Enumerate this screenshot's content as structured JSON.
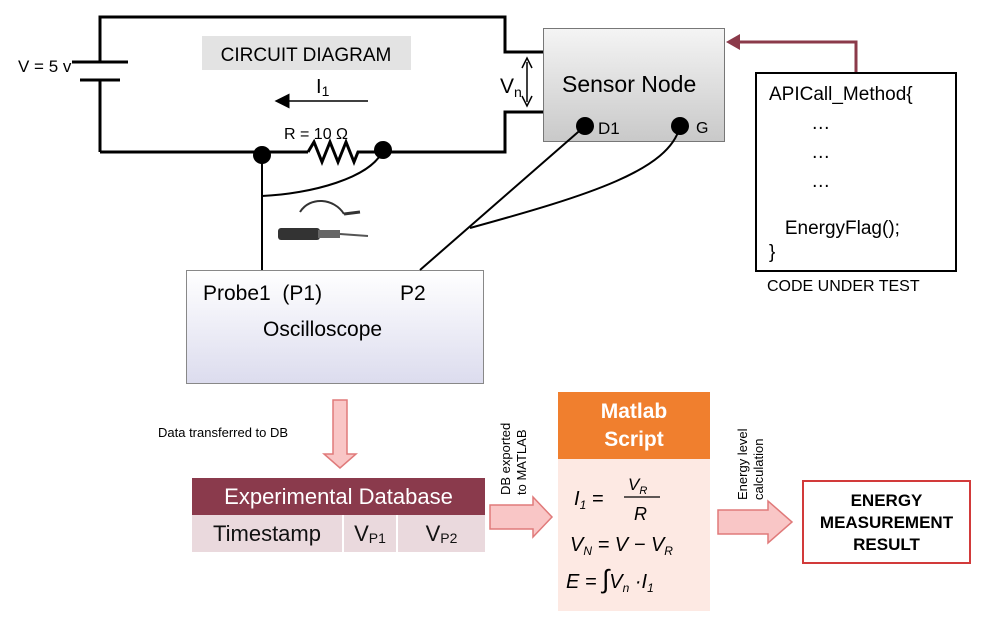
{
  "circuit": {
    "title": "CIRCUIT DIAGRAM",
    "voltage_label": "V = 5 v",
    "current_label": "I",
    "current_sub": "1",
    "resistor_label": "R = 10 Ω",
    "vn_label": "V",
    "vn_sub": "n"
  },
  "sensor_node": {
    "title": "Sensor Node",
    "pin_d1": "D1",
    "pin_g": "G"
  },
  "code": {
    "lines": [
      "APICall_Method{",
      "        …",
      "        …",
      "        …",
      "",
      "   EnergyFlag();",
      "}"
    ],
    "caption": "CODE UNDER TEST"
  },
  "oscilloscope": {
    "probe1": "Probe1  (P1)",
    "probe2": "P2",
    "title": "Oscilloscope"
  },
  "flow": {
    "data_transfer": "Data transferred to DB",
    "db_export_line1": "DB exported",
    "db_export_line2": "to MATLAB",
    "energy_calc_line1": "Energy level",
    "energy_calc_line2": "calculation"
  },
  "database": {
    "title": "Experimental Database",
    "col_timestamp": "Timestamp",
    "col_vp1": "V",
    "col_vp1_sub": "P1",
    "col_vp2": "V",
    "col_vp2_sub": "P2"
  },
  "matlab": {
    "title_line1": "Matlab",
    "title_line2": "Script",
    "eq1": "I₁ = V_R / R",
    "eq2": "V_N = V − V_R",
    "eq3": "E = ∫ V_n · I₁"
  },
  "result": {
    "line1": "ENERGY",
    "line2": "MEASUREMENT",
    "line3": "RESULT"
  },
  "colors": {
    "db_header": "#8a3a4c",
    "db_row": "#ead9dd",
    "matlab_header": "#f07f2e",
    "matlab_body": "#fde9e3",
    "result_border": "#d23a3a",
    "arrow_fill": "#f9c6c6",
    "arrow_stroke": "#e07a7a",
    "feedback_arrow": "#8b3a4a"
  }
}
